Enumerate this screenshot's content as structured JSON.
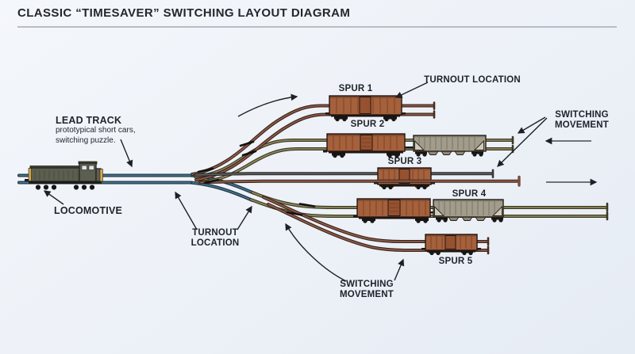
{
  "title": "CLASSIC “TIMESAVER” SWITCHING LAYOUT DIAGRAM",
  "annotations": {
    "lead_track_heading": "LEAD TRACK",
    "lead_track_caption_line1": "prototypical short cars,",
    "lead_track_caption_line2": "switching puzzle.",
    "locomotive": "LOCOMOTIVE",
    "turnout_left_line1": "TURNOUT",
    "turnout_left_line2": "LOCATION",
    "turnout_top": "TURNOUT LOCATION",
    "switching_right_line1": "SWITCHING",
    "switching_right_line2": "MOVEMENT",
    "switching_bottom_line1": "SWITCHING",
    "switching_bottom_line2": "MOVEMENT"
  },
  "spurs": [
    {
      "label": "SPUR 1",
      "cars": [
        "boxcar"
      ]
    },
    {
      "label": "SPUR 2",
      "cars": [
        "boxcar",
        "covered hopper"
      ]
    },
    {
      "label": "SPUR 3",
      "cars": [
        "boxcar"
      ]
    },
    {
      "label": "SPUR 4",
      "cars": [
        "boxcar",
        "covered hopper"
      ]
    },
    {
      "label": "SPUR 5",
      "cars": [
        "boxcar"
      ]
    }
  ],
  "colors": {
    "background_top": "#f4f7fb",
    "background_bottom": "#e6ecf4",
    "title_text": "#23272e",
    "label_text": "#1e222a",
    "divider": "#b8bdc5",
    "track_lead": "#47738e",
    "track_spur1": "#8e5a47",
    "track_spur2": "#8d8660",
    "track_spur3": "#5d5d5d",
    "track_main": "#8e5c4a",
    "track_spur5": "#8e5c4a",
    "rail_dark_blue": "#1d3442",
    "rail_dark_brown": "#3a241b",
    "rail_dark_olive": "#3a371f",
    "rail_dark_gray": "#262626",
    "boxcar_body": "#a5603c",
    "boxcar_rib": "#7a4425",
    "boxcar_door": "#96512f",
    "boxcar_outline": "#241813",
    "hopper_body": "#a29c8c",
    "hopper_rib": "#7e7868",
    "hopper_outline": "#262218",
    "hopper_light": "#cfcaba",
    "loco_body": "#5c5e50",
    "loco_roof": "#45463b",
    "loco_stripe": "#d7a84a",
    "wheel": "#161616",
    "arrow": "#1d2026",
    "tie_bar": "#101010"
  }
}
